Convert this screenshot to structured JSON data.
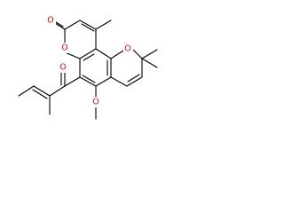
{
  "atom_labels": {
    "carbonyl_oxygen_lactone": "O",
    "ring_oxygen_lactone": "O",
    "ring_oxygen_pyran": "O",
    "ketone_oxygen": "O",
    "methoxy_oxygen": "O"
  },
  "colors": {
    "bond": "#000000",
    "oxygen": "#ff0000",
    "background": "#ffffff"
  }
}
